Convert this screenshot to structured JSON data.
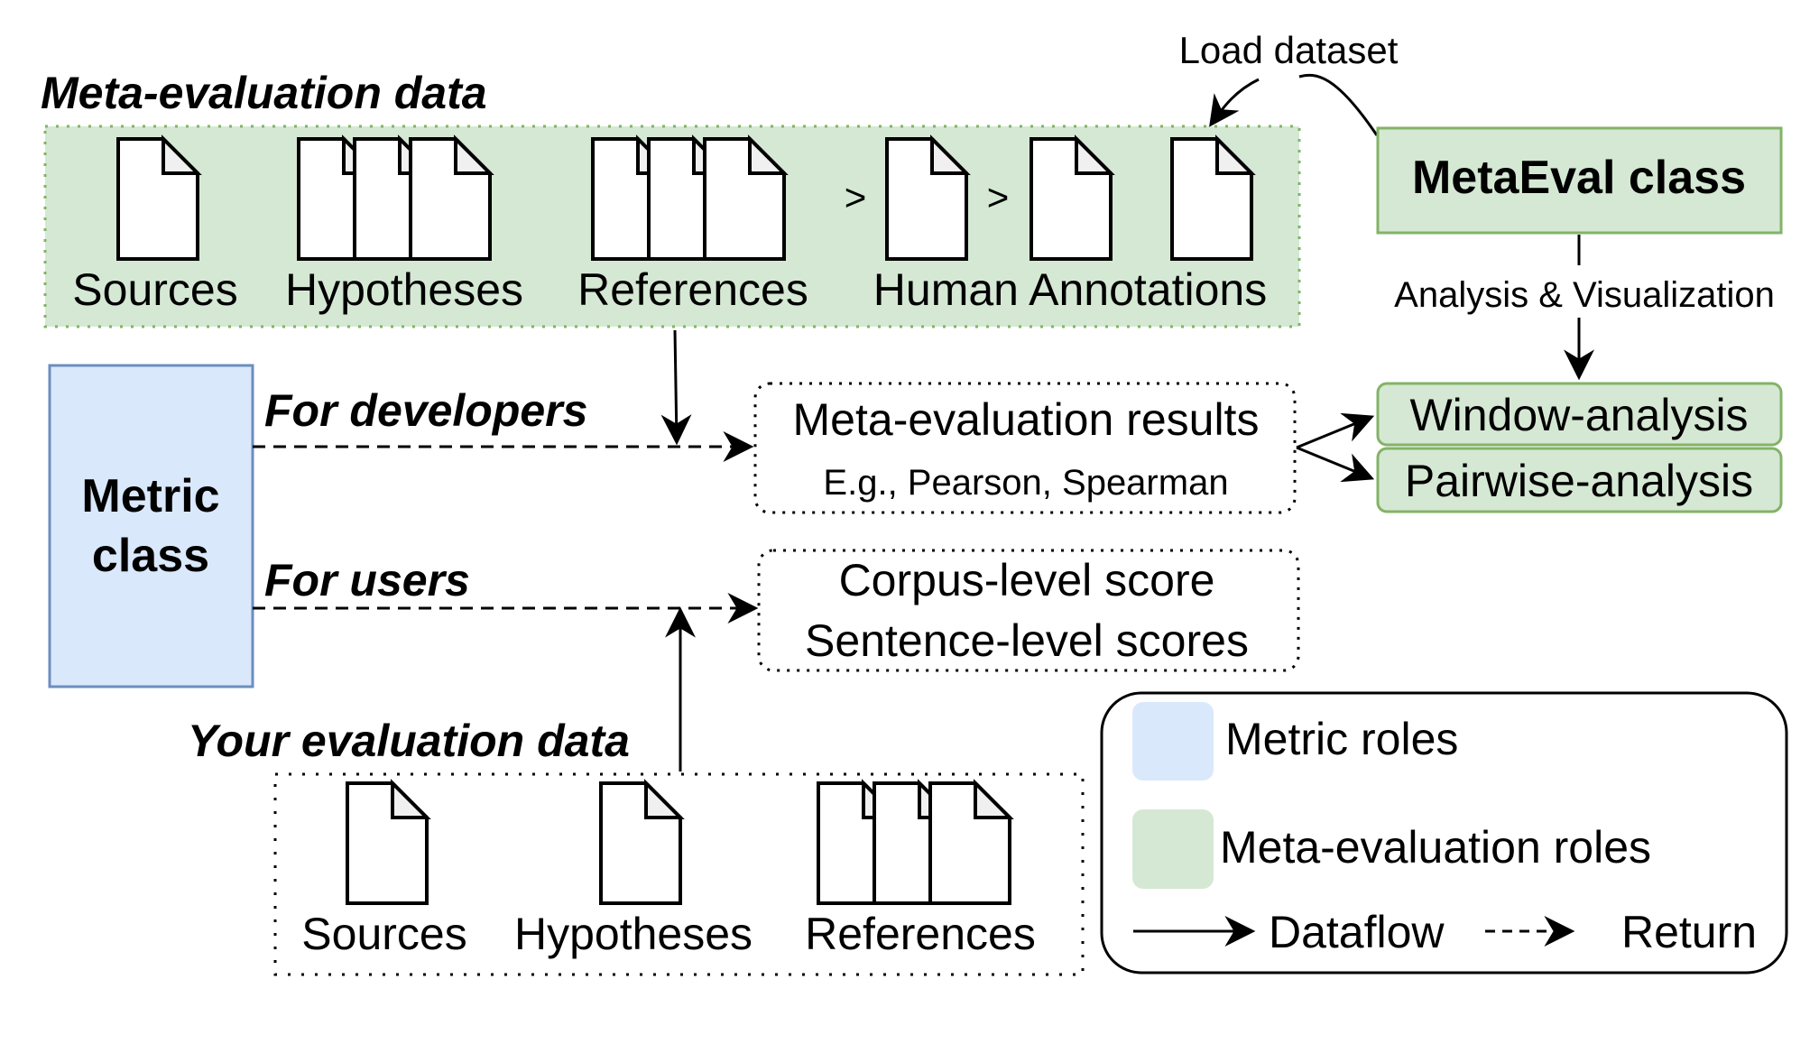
{
  "meta_data": {
    "title": "Meta-evaluation data",
    "items": [
      "Sources",
      "Hypotheses",
      "References",
      "Human Annotations"
    ],
    "gt": ">"
  },
  "load_dataset": "Load dataset",
  "metaeval_class": "MetaEval class",
  "analysis_label": "Analysis & Visualization",
  "metric_class": [
    "Metric",
    "class"
  ],
  "for_developers": "For developers",
  "for_users": "For users",
  "results": {
    "title": "Meta-evaluation results",
    "subtitle": "E.g., Pearson, Spearman"
  },
  "scores": [
    "Corpus-level score",
    "Sentence-level scores"
  ],
  "analyses": [
    "Window-analysis",
    "Pairwise-analysis"
  ],
  "your_data": {
    "title": "Your evaluation data",
    "items": [
      "Sources",
      "Hypotheses",
      "References"
    ]
  },
  "legend": {
    "metric_roles": "Metric roles",
    "meta_roles": "Meta-evaluation roles",
    "dataflow": "Dataflow",
    "return": "Return"
  },
  "colors": {
    "green_fill": "#d5e8d4",
    "green_stroke": "#82b366",
    "blue_fill": "#dae8fc",
    "blue_stroke": "#6c8ebf",
    "legend_blue": "#dae8fc",
    "legend_green": "#d5e8d4"
  },
  "icons": [
    "document-icon",
    "arrow-icon",
    "dashed-arrow-icon"
  ]
}
